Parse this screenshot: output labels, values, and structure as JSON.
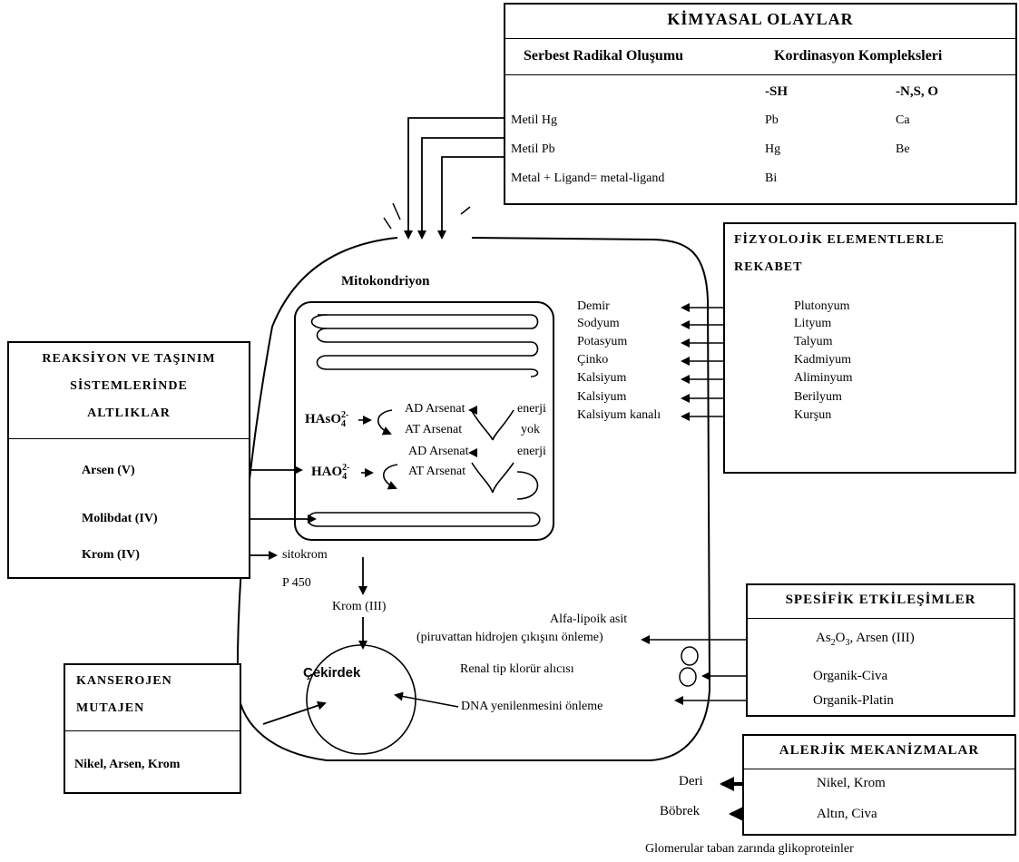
{
  "chemical": {
    "title": "KİMYASAL OLAYLAR",
    "col1_header": "Serbest Radikal Oluşumu",
    "col2_header": "Kordinasyon Kompleksleri",
    "sub_sh": "-SH",
    "sub_nso": "-N,S, O",
    "rows": [
      {
        "c1": "Metil Hg",
        "c2": "Pb",
        "c3": "Ca"
      },
      {
        "c1": "Metil Pb",
        "c2": "Hg",
        "c3": "Be"
      },
      {
        "c1": "Metal + Ligand= metal-ligand",
        "c2": "Bi",
        "c3": ""
      }
    ]
  },
  "physio": {
    "title_line1": "FİZYOLOJİK ELEMENTLERLE",
    "title_line2": "REKABET",
    "sources": [
      "Plutonyum",
      "Lityum",
      "Talyum",
      "Kadmiyum",
      "Aliminyum",
      "Berilyum",
      "Kurşun"
    ],
    "targets": [
      "Demir",
      "Sodyum",
      "Potasyum",
      "Çinko",
      "Kalsiyum",
      "Kalsiyum",
      "Kalsiyum kanalı"
    ]
  },
  "reaction": {
    "title_line1": "REAKSİYON VE TAŞINIM",
    "title_line2": "SİSTEMLERİNDE",
    "title_line3": "ALTLIKLAR",
    "items": [
      "Arsen (V)",
      "Molibdat (IV)",
      "Krom (IV)"
    ]
  },
  "cell": {
    "mitochondria_label": "Mitokondriyon",
    "hasoa": "HAsO",
    "hasoa_sub": "4",
    "hasoa_sup": "2-",
    "haob": "HAO",
    "haob_sub": "4",
    "haob_sup": "2-",
    "ad1": "AD Arsenat",
    "at1": "AT Arsenat",
    "energy1": "enerji",
    "energy_none": "yok",
    "ad2": "AD Arsenat",
    "at2": "AT Arsenat",
    "energy2": "enerji",
    "cytochrome1": "sitokrom",
    "cytochrome2": "P 450",
    "krom3": "Krom (III)",
    "nucleus": "Çekirdek",
    "alfa1": "Alfa-lipoik asit",
    "alfa2": "(piruvattan hidrojen çıkışını önleme)",
    "renal": "Renal tip klorür alıcısı",
    "dna": "DNA yenilenmesini önleme"
  },
  "specific": {
    "title": "SPESİFİK ETKİLEŞİMLER",
    "item1_pre": "As",
    "item1_sub1": "2",
    "item1_mid": "O",
    "item1_sub2": "3",
    "item1_post": ", Arsen (III)",
    "item2": "Organik-Civa",
    "item3": "Organik-Platin"
  },
  "carcinogen": {
    "title_line1": "KANSEROJEN",
    "title_line2": "MUTAJEN",
    "items": "Nikel, Arsen, Krom"
  },
  "allergic": {
    "title": "ALERJİK MEKANİZMALAR",
    "row1_target": "Deri",
    "row1_source": "Nikel, Krom",
    "row2_target": "Böbrek",
    "row2_source": "Altın, Civa",
    "footnote": "Glomerular taban zarında glikoproteinler"
  }
}
